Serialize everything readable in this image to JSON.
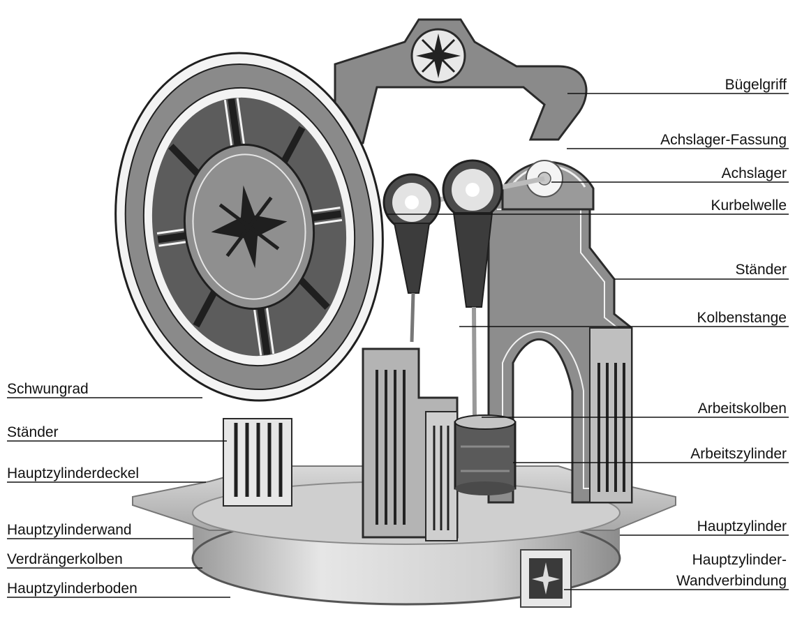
{
  "labels": {
    "right": [
      "Bügelgriff",
      "Achslager-Fassung",
      "Achslager",
      "Kurbelwelle",
      "Ständer",
      "Kolbenstange",
      "Arbeitskolben",
      "Arbeitszylinder",
      "Hauptzylinder",
      "Hauptzylinder-",
      "Wandverbindung"
    ],
    "left": [
      "Schwungrad",
      "Ständer",
      "Hauptzylinderdeckel",
      "Hauptzylinderwand",
      "Verdrängerkolben",
      "Hauptzylinderboden"
    ]
  },
  "colors": {
    "ink": "#111111",
    "dark_panel": "#3a3a3a",
    "mid_panel": "#8a8a8a",
    "light_panel": "#d8d8d8",
    "metal": "#c9c9c9",
    "white": "#ffffff"
  }
}
